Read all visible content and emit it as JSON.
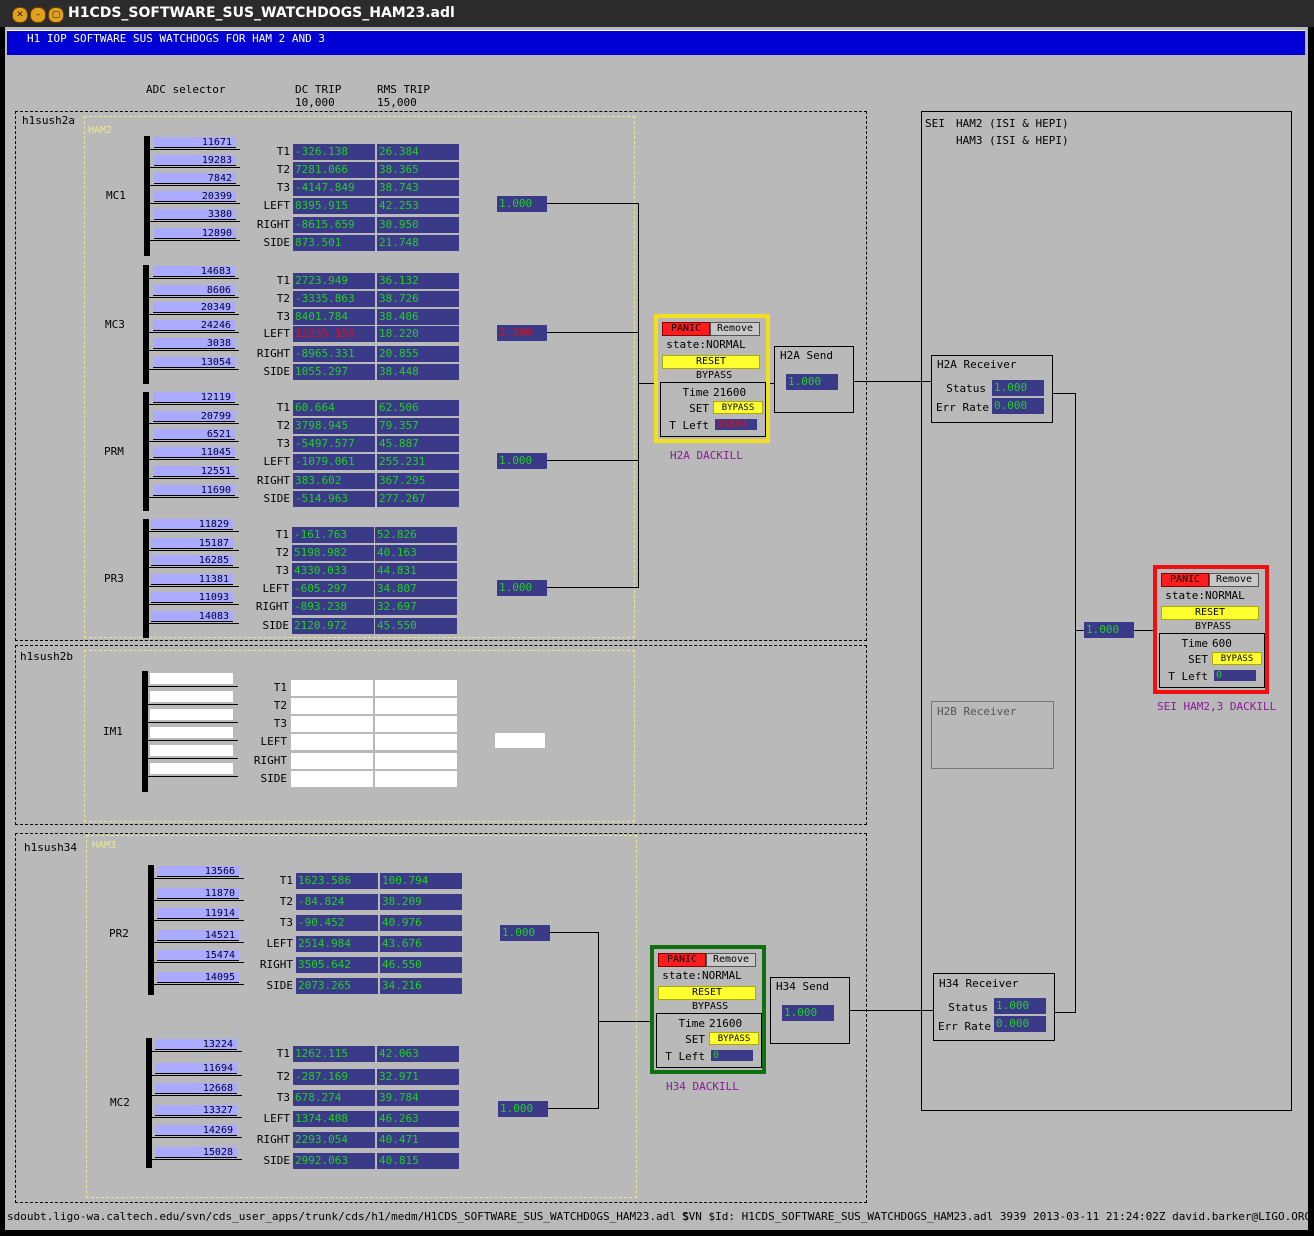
{
  "window": {
    "title": "H1CDS_SOFTWARE_SUS_WATCHDOGS_HAM23.adl"
  },
  "banner": "H1 IOP SOFTWARE SUS WATCHDOGS FOR HAM 2 AND 3",
  "headers": {
    "adc": "ADC selector",
    "dc": "DC TRIP",
    "dc_val": "10,000",
    "rms": "RMS TRIP",
    "rms_val": "15,000"
  },
  "row_labels": [
    "T1",
    "T2",
    "T3",
    "LEFT",
    "RIGHT",
    "SIDE"
  ],
  "sections": {
    "h1sush2a": {
      "name": "h1sush2a",
      "sub": "HAM2"
    },
    "h1sush2b": {
      "name": "h1sush2b"
    },
    "h1sush34": {
      "name": "h1sush34",
      "sub": "HAM3"
    }
  },
  "optics": {
    "MC1": {
      "name": "MC1",
      "adc": [
        "11671",
        "19283",
        "7842",
        "20399",
        "3380",
        "12890"
      ],
      "dc": [
        "-326.138",
        "7281.066",
        "-4147.849",
        "8395.915",
        "-8615.659",
        "873.501"
      ],
      "rms": [
        "26.384",
        "38.365",
        "38.743",
        "42.253",
        "30.950",
        "21.748"
      ],
      "out": "1.000"
    },
    "MC3": {
      "name": "MC3",
      "adc": [
        "14683",
        "8606",
        "20349",
        "24246",
        "3038",
        "13054"
      ],
      "dc": [
        "2723.949",
        "-3335.863",
        "8401.784",
        "12235.159",
        "-8965.331",
        "1055.297"
      ],
      "rms": [
        "36.132",
        "38.726",
        "38.406",
        "18.220",
        "20.855",
        "38.448"
      ],
      "out": "2.000"
    },
    "PRM": {
      "name": "PRM",
      "adc": [
        "12119",
        "20799",
        "6521",
        "11045",
        "12551",
        "11690"
      ],
      "dc": [
        "60.664",
        "3798.945",
        "-5497.577",
        "-1079.061",
        "383.602",
        "-514.963"
      ],
      "rms": [
        "62.506",
        "79.357",
        "45.887",
        "255.231",
        "367.295",
        "277.267"
      ],
      "out": "1.000"
    },
    "PR3": {
      "name": "PR3",
      "adc": [
        "11829",
        "15187",
        "16285",
        "11381",
        "11093",
        "14083"
      ],
      "dc": [
        "-161.763",
        "5198.982",
        "4330.033",
        "-605.297",
        "-893.238",
        "2120.972"
      ],
      "rms": [
        "52.826",
        "40.163",
        "44.831",
        "34.807",
        "32.697",
        "45.550"
      ],
      "out": "1.000"
    },
    "IM1": {
      "name": "IM1"
    },
    "PR2": {
      "name": "PR2",
      "adc": [
        "13566",
        "11870",
        "11914",
        "14521",
        "15474",
        "14095"
      ],
      "dc": [
        "1623.586",
        "-84.824",
        "-90.452",
        "2514.984",
        "3505.642",
        "2073.265"
      ],
      "rms": [
        "100.794",
        "38.209",
        "40.976",
        "43.676",
        "46.550",
        "34.216"
      ],
      "out": "1.000"
    },
    "MC2": {
      "name": "MC2",
      "adc": [
        "13224",
        "11694",
        "12668",
        "13327",
        "14269",
        "15028"
      ],
      "dc": [
        "1262.115",
        "-287.169",
        "678.274",
        "1374.408",
        "2293.054",
        "2992.063"
      ],
      "rms": [
        "42.063",
        "32.971",
        "39.784",
        "46.263",
        "40.471",
        "40.815"
      ],
      "out": "1.000"
    }
  },
  "dackill": {
    "h2a": {
      "panic": "PANIC",
      "remove": "Remove",
      "state_label": "state:",
      "state": "NORMAL",
      "reset": "RESET",
      "bypass": "BYPASS",
      "time_label": "Time",
      "time": "21600",
      "set_label": "SET",
      "set_btn": "BYPASS",
      "tleft_label": "T Left",
      "tleft": "11804",
      "caption": "H2A DACKILL",
      "border": "#f0e020"
    },
    "h34": {
      "panic": "PANIC",
      "remove": "Remove",
      "state_label": "state:",
      "state": "NORMAL",
      "reset": "RESET",
      "bypass": "BYPASS",
      "time_label": "Time",
      "time": "21600",
      "set_label": "SET",
      "set_btn": "BYPASS",
      "tleft_label": "T Left",
      "tleft": "0",
      "caption": "H34 DACKILL",
      "border": "#107010"
    },
    "sei": {
      "panic": "PANIC",
      "remove": "Remove",
      "state_label": "state:",
      "state": "NORMAL",
      "reset": "RESET",
      "bypass": "BYPASS",
      "time_label": "Time",
      "time": "600",
      "set_label": "SET",
      "set_btn": "BYPASS",
      "tleft_label": "T Left",
      "tleft": "0",
      "caption": "SEI HAM2,3 DACKILL",
      "border": "#f01010"
    }
  },
  "send": {
    "h2a": {
      "label": "H2A Send",
      "value": "1.000"
    },
    "h34": {
      "label": "H34 Send",
      "value": "1.000"
    }
  },
  "sei": {
    "title": "SEI",
    "line1": "HAM2 (ISI & HEPI)",
    "line2": "HAM3 (ISI & HEPI)",
    "out": "1.000",
    "h2a_rx": {
      "title": "H2A Receiver",
      "status_label": "Status",
      "status": "1.000",
      "err_label": "Err Rate",
      "err": "0.000"
    },
    "h2b_rx": {
      "title": "H2B Receiver"
    },
    "h34_rx": {
      "title": "H34 Receiver",
      "status_label": "Status",
      "status": "1.000",
      "err_label": "Err Rate",
      "err": "0.000"
    }
  },
  "footer": {
    "left": "sdoubt.ligo-wa.caltech.edu/svn/cds_user_apps/trunk/cds/h1/medm/H1CDS_SOFTWARE_SUS_WATCHDOGS_HAM23.adl $",
    "right": "SVN $Id: H1CDS_SOFTWARE_SUS_WATCHDOGS_HAM23.adl 3939 2013-03-11 21:24:02Z david.barker@LIGO.ORG $"
  }
}
